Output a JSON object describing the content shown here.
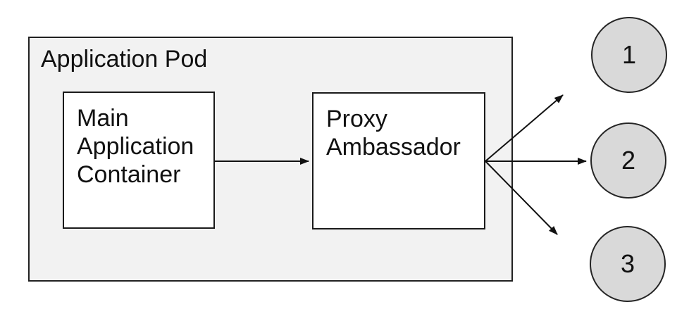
{
  "pod": {
    "label": "Application Pod"
  },
  "nodes": {
    "main": {
      "label": "Main Application Container"
    },
    "proxy": {
      "label": "Proxy Ambassador"
    }
  },
  "endpoints": [
    {
      "label": "1"
    },
    {
      "label": "2"
    },
    {
      "label": "3"
    }
  ],
  "edges": [
    {
      "from": "Main Application Container",
      "to": "Proxy Ambassador"
    },
    {
      "from": "Proxy Ambassador",
      "to": "1"
    },
    {
      "from": "Proxy Ambassador",
      "to": "2"
    },
    {
      "from": "Proxy Ambassador",
      "to": "3"
    }
  ],
  "colors": {
    "pod_fill": "#f2f2f2",
    "node_fill": "#ffffff",
    "endpoint_fill": "#d9d9d9",
    "border": "#1a1a1a",
    "arrow": "#111111"
  }
}
